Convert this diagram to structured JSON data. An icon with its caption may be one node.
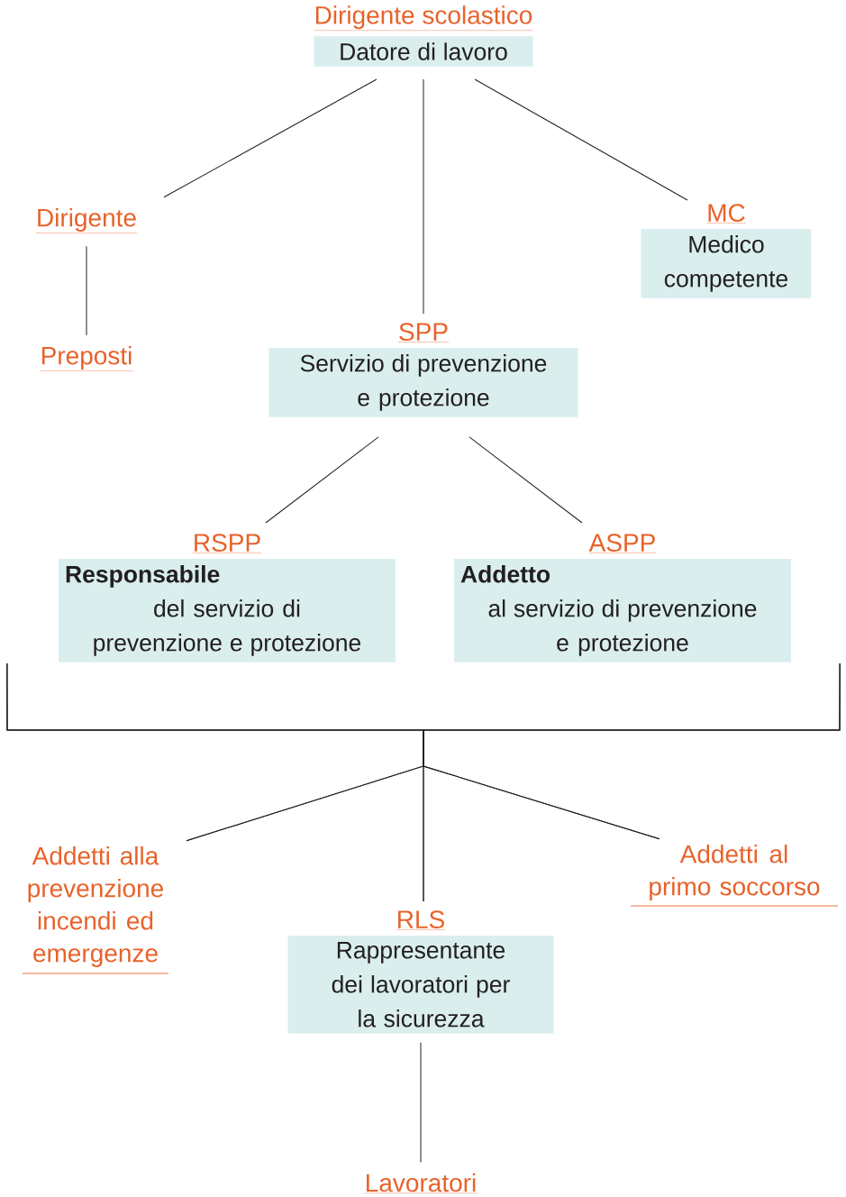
{
  "diagram": {
    "nodes": [
      {
        "text": [
          "Dirigente scolastico",
          "Datore di lavoro"
        ]
      },
      {
        "text": [
          "Dirigente"
        ]
      },
      {
        "text": [
          "Preposti"
        ]
      },
      {
        "text": [
          "MC",
          "Medico competente"
        ]
      },
      {
        "text": [
          "SPP",
          "Servizio di prevenzione e protezione"
        ]
      },
      {
        "text": [
          "RSPP",
          "Responsabile",
          "del servizio di prevenzione e protezione"
        ]
      },
      {
        "text": [
          "ASPP",
          "Addetto",
          "al servizio di prevenzione e protezione"
        ]
      },
      {
        "text": [
          "Addetti alla prevenzione incendi ed emergenze"
        ]
      },
      {
        "text": [
          "RLS",
          "Rappresentante dei lavoratori per la sicurezza"
        ]
      },
      {
        "text": [
          "Addetti al primo soccorso"
        ]
      },
      {
        "text": [
          "Lavoratori"
        ]
      }
    ],
    "edges": [
      {
        "from": 0,
        "to": 1,
        "arrow": "none"
      },
      {
        "from": 0,
        "to": 4,
        "arrow": "none"
      },
      {
        "from": 0,
        "to": 3,
        "arrow": "none"
      },
      {
        "from": 1,
        "to": 2,
        "arrow": "none"
      },
      {
        "from": 4,
        "to": 5,
        "arrow": "none"
      },
      {
        "from": 4,
        "to": 6,
        "arrow": "none"
      },
      {
        "from": 5,
        "to": 7,
        "arrow": "none"
      },
      {
        "from": 5,
        "to": 8,
        "arrow": "none"
      },
      {
        "from": 5,
        "to": 9,
        "arrow": "none"
      },
      {
        "from": 6,
        "to": 7,
        "arrow": "none"
      },
      {
        "from": 6,
        "to": 8,
        "arrow": "none"
      },
      {
        "from": 6,
        "to": 9,
        "arrow": "none"
      },
      {
        "from": 8,
        "to": 10,
        "arrow": "none"
      }
    ]
  }
}
